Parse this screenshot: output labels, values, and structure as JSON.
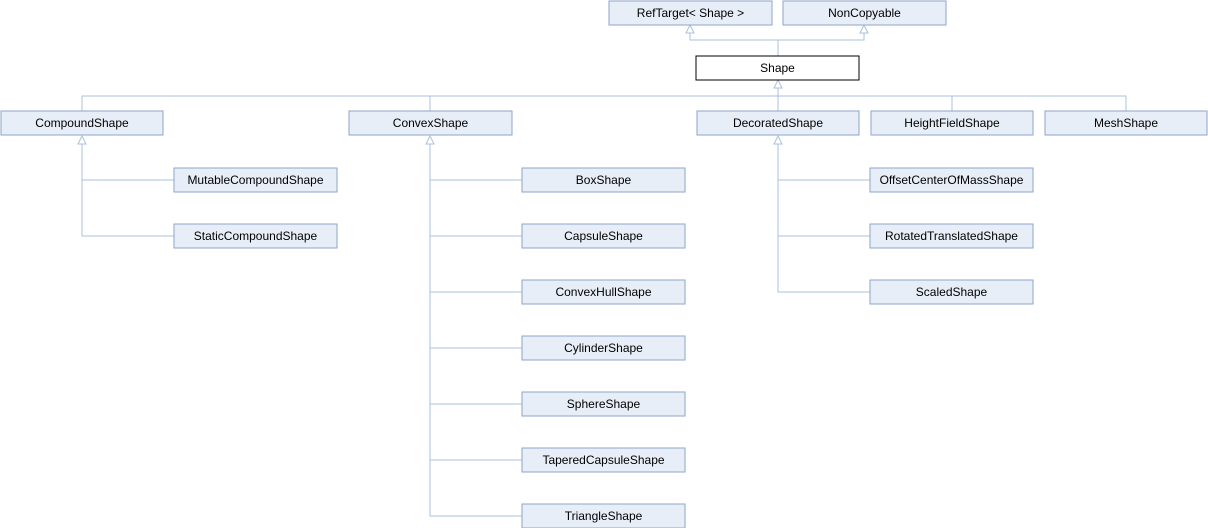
{
  "nodes": {
    "reftarget": "RefTarget< Shape >",
    "noncopyable": "NonCopyable",
    "shape": "Shape",
    "compound": "CompoundShape",
    "convex": "ConvexShape",
    "decorated": "DecoratedShape",
    "heightfield": "HeightFieldShape",
    "mesh": "MeshShape",
    "mutable_compound": "MutableCompoundShape",
    "static_compound": "StaticCompoundShape",
    "box": "BoxShape",
    "capsule": "CapsuleShape",
    "convex_hull": "ConvexHullShape",
    "cylinder": "CylinderShape",
    "sphere": "SphereShape",
    "tapered_capsule": "TaperedCapsuleShape",
    "triangle": "TriangleShape",
    "offset_com": "OffsetCenterOfMassShape",
    "rotated_translated": "RotatedTranslatedShape",
    "scaled": "ScaledShape"
  },
  "colors": {
    "box_fill": "#e8eef7",
    "box_border": "#8ea6c9",
    "edge": "#a9c1dc"
  }
}
